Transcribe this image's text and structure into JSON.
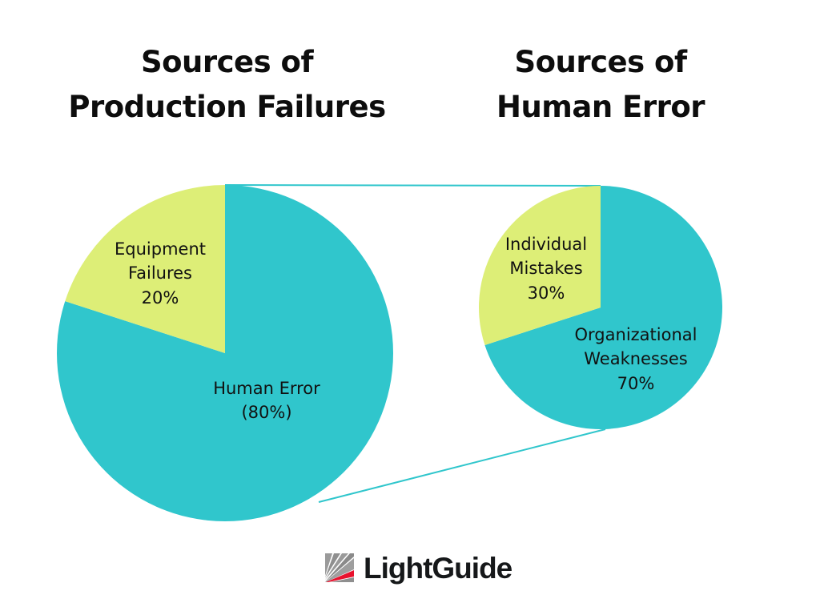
{
  "background_color": "#FFFFFF",
  "palette": {
    "teal": "#30C6CC",
    "green": "#DDEE77",
    "connector": "#30C6CC",
    "title_text": "#0D0D0D",
    "label_text": "#111111",
    "logo_gray": "#9A9A9A",
    "logo_dark_gray": "#7D7D7D",
    "logo_red": "#E8112D",
    "logo_text": "#16181A"
  },
  "titles": {
    "left": "Sources of\nProduction Failures",
    "right": "Sources of\nHuman Error"
  },
  "labels": {
    "equipment_failures": "Equipment\nFailures\n20%",
    "human_error": "Human Error\n(80%)",
    "individual_mistakes": "Individual\nMistakes\n30%",
    "organizational_weaknesses": "Organizational\nWeaknesses\n70%"
  },
  "logo": {
    "wordmark": "LightGuide",
    "mark_name": "lightguide-logo-mark"
  },
  "chart_data": [
    {
      "type": "pie",
      "title": "Sources of Production Failures",
      "categories": [
        "Human Error",
        "Equipment Failures"
      ],
      "values": [
        80,
        20
      ],
      "value_unit": "%",
      "labels": [
        "Human Error\n(80%)",
        "Equipment\nFailures\n20%"
      ],
      "colors": [
        "#30C6CC",
        "#DDEE77"
      ],
      "start_angle_deg": 0,
      "direction": "clockwise",
      "center": [
        281,
        441
      ],
      "radius": 210,
      "legend": "none",
      "grid": false
    },
    {
      "type": "pie",
      "title": "Sources of Human Error",
      "categories": [
        "Organizational Weaknesses",
        "Individual Mistakes"
      ],
      "values": [
        70,
        30
      ],
      "value_unit": "%",
      "labels": [
        "Organizational\nWeaknesses\n70%",
        "Individual\nMistakes\n30%"
      ],
      "colors": [
        "#30C6CC",
        "#DDEE77"
      ],
      "start_angle_deg": 0,
      "direction": "clockwise",
      "center": [
        750,
        384
      ],
      "radius": 152,
      "legend": "none",
      "grid": false
    }
  ],
  "callout": {
    "description": "Human Error slice of left pie expands into right pie",
    "top_line": [
      281,
      231,
      750,
      232
    ],
    "bottom_line": [
      398,
      627,
      756,
      536
    ],
    "color": "#30C6CC",
    "width": 2
  }
}
